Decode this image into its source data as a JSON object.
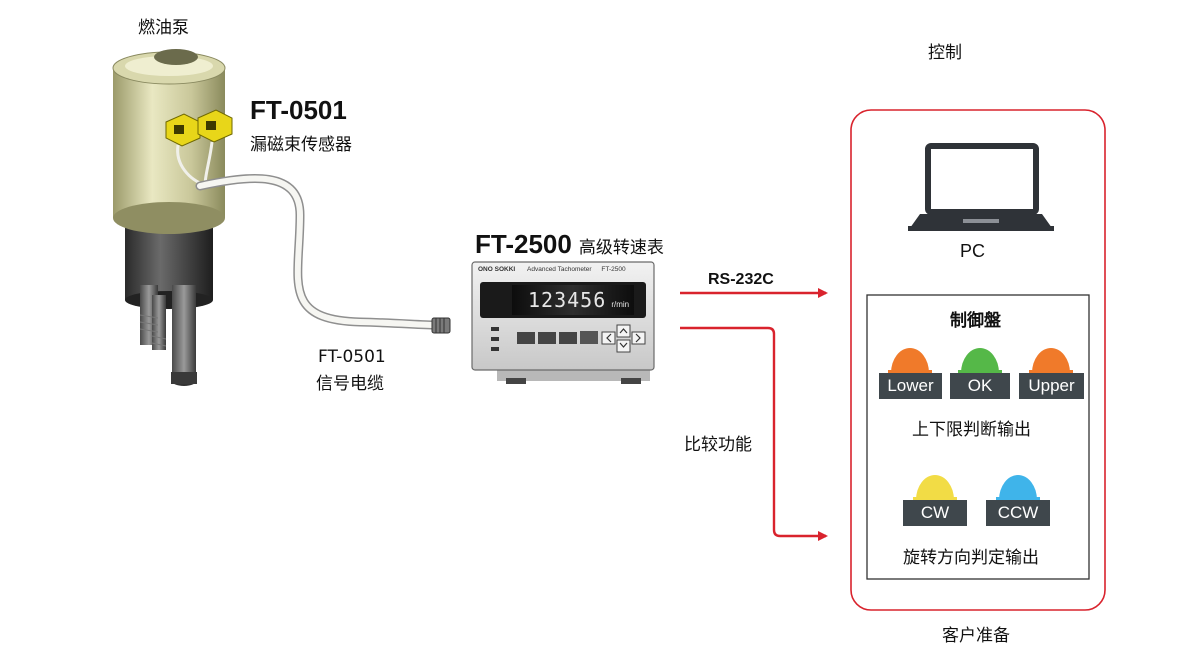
{
  "pump": {
    "title": "燃油泵"
  },
  "sensor": {
    "model": "FT-0501",
    "name": "漏磁束传感器"
  },
  "cable": {
    "model": "FT-0501",
    "name": "信号电缆"
  },
  "tachometer": {
    "model": "FT-2500",
    "name": "高级转速表",
    "display_value": "123456",
    "display_unit": "r/min",
    "panel_brand": "ONO SOKKI",
    "panel_title": "Advanced Tachometer",
    "panel_model": "FT-2500"
  },
  "link": {
    "rs232c": "RS-232C",
    "compare": "比较功能"
  },
  "control": {
    "title": "控制",
    "pc": "PC",
    "panel_title": "制御盤",
    "judge_lamps": [
      {
        "label": "Lower",
        "color": "#f07a2a"
      },
      {
        "label": "OK",
        "color": "#55b848"
      },
      {
        "label": "Upper",
        "color": "#f07a2a"
      }
    ],
    "judge_caption": "上下限判断输出",
    "direction_lamps": [
      {
        "label": "CW",
        "color": "#f2dc45"
      },
      {
        "label": "CCW",
        "color": "#3fb4ea"
      }
    ],
    "direction_caption": "旋转方向判定输出",
    "footer": "客户准备"
  },
  "colors": {
    "accent_red": "#d9232d",
    "frame_red": "#d9232d"
  }
}
